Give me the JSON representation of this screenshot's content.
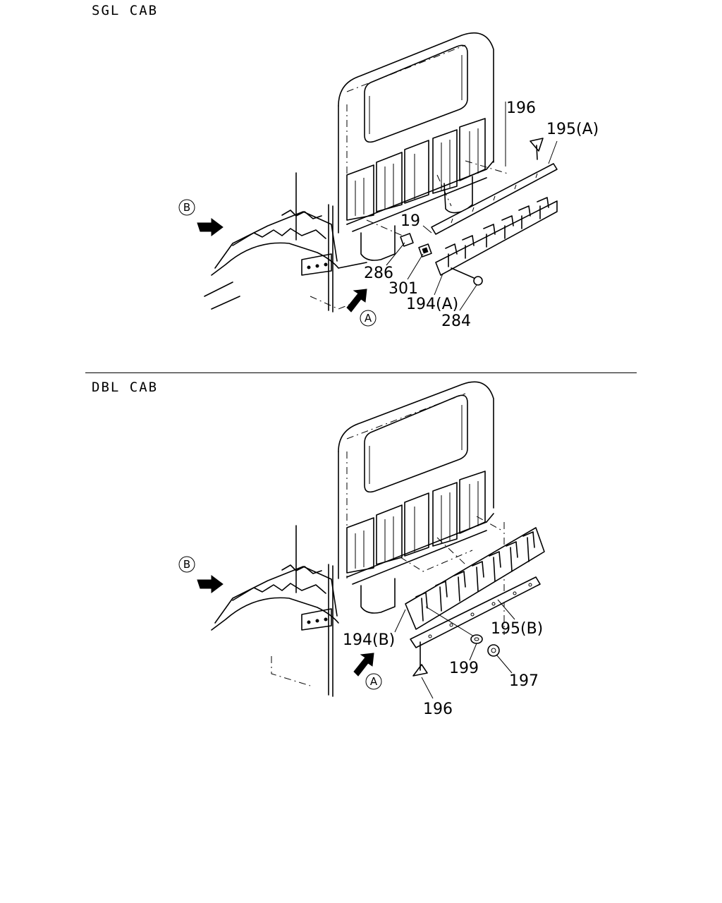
{
  "sections": [
    {
      "title": "SGL CAB",
      "callouts": [
        "196",
        "195(A)",
        "19",
        "286",
        "301",
        "194(A)",
        "284"
      ],
      "view_markers": [
        "B",
        "A"
      ]
    },
    {
      "title": "DBL CAB",
      "callouts": [
        "194(B)",
        "195(B)",
        "199",
        "197",
        "196"
      ],
      "view_markers": [
        "B",
        "A"
      ]
    }
  ]
}
